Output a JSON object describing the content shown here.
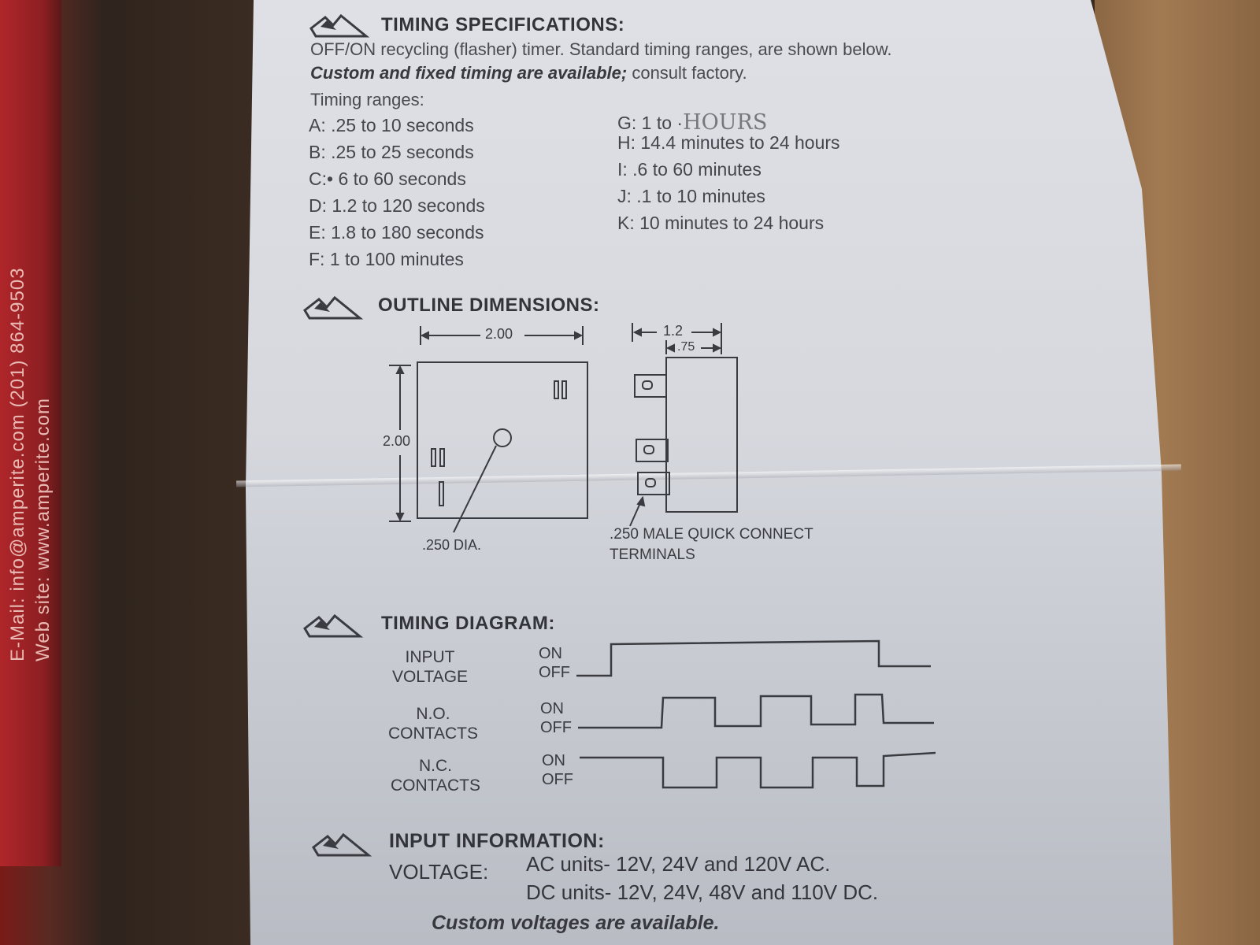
{
  "sidebar": {
    "line1": "E-Mail: info@amperite.com  (201) 864-9503",
    "line2": "Web site: www.amperite.com"
  },
  "timing_specs": {
    "title": "TIMING SPECIFICATIONS:",
    "description": "OFF/ON recycling (flasher) timer. Standard timing ranges, are shown below.",
    "custom_bold": "Custom and fixed timing are available;",
    "custom_rest": " consult factory.",
    "ranges_label": "Timing ranges:",
    "ranges_left": [
      "A:  .25 to 10 seconds",
      "B:  .25 to 25 seconds",
      "C:• 6 to 60 seconds",
      "D:  1.2 to 120 seconds",
      "E:  1.8 to 180 seconds",
      "F:  1 to 100 minutes"
    ],
    "range_g_prefix": "G:  1 to ·",
    "range_g_handwritten": "HOURS",
    "ranges_right": [
      "H:  14.4 minutes to 24 hours",
      "I:  .6 to 60 minutes",
      "J:  .1 to 10 minutes",
      "K:  10 minutes to 24 hours"
    ]
  },
  "outline": {
    "title": "OUTLINE DIMENSIONS:",
    "width_dim": "2.00",
    "height_dim": "2.00",
    "side_dim_outer": "1.2",
    "side_dim_inner": ".75",
    "hole_label": ".250 DIA.",
    "terminal_label_1": ".250 MALE QUICK CONNECT",
    "terminal_label_2": "TERMINALS"
  },
  "timing_diagram": {
    "title": "TIMING DIAGRAM:",
    "rows": [
      {
        "label1": "INPUT",
        "label2": "VOLTAGE",
        "on": "ON",
        "off": "OFF"
      },
      {
        "label1": "N.O.",
        "label2": "CONTACTS",
        "on": "ON",
        "off": "OFF"
      },
      {
        "label1": "N.C.",
        "label2": "CONTACTS",
        "on": "ON",
        "off": "OFF"
      }
    ]
  },
  "input_info": {
    "title": "INPUT INFORMATION:",
    "voltage_label": "VOLTAGE:",
    "ac": "AC units- 12V, 24V and 120V AC.",
    "dc": "DC units- 12V, 24V, 48V and 110V DC.",
    "custom": "Custom voltages are available."
  },
  "colors": {
    "ink": "#3b3b40",
    "paper": "#d8dae0",
    "red_cover": "#a8242a"
  }
}
